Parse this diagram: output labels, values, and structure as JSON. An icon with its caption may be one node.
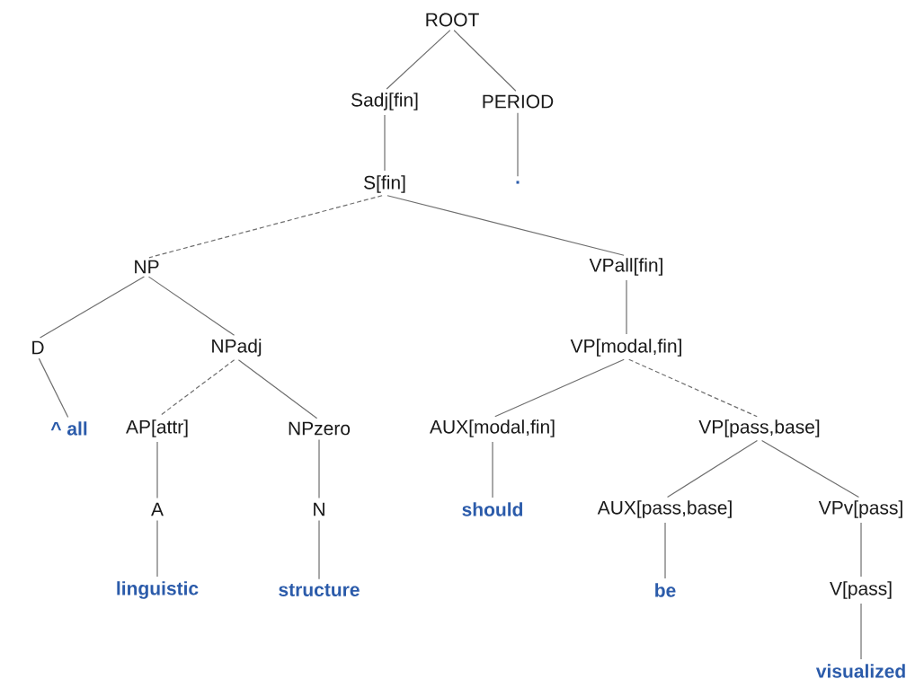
{
  "diagram": {
    "nodes": [
      {
        "text": [
          "ROOT"
        ]
      },
      {
        "text": [
          "Sadj[fin]"
        ]
      },
      {
        "text": [
          "PERIOD"
        ]
      },
      {
        "text": [
          "S[fin]"
        ]
      },
      {
        "text": [
          "."
        ]
      },
      {
        "text": [
          "NP"
        ]
      },
      {
        "text": [
          "VPall[fin]"
        ]
      },
      {
        "text": [
          "D"
        ]
      },
      {
        "text": [
          "NPadj"
        ]
      },
      {
        "text": [
          "VP[modal,fin]"
        ]
      },
      {
        "text": [
          "^ all"
        ]
      },
      {
        "text": [
          "AP[attr]"
        ]
      },
      {
        "text": [
          "NPzero"
        ]
      },
      {
        "text": [
          "AUX[modal,fin]"
        ]
      },
      {
        "text": [
          "VP[pass,base]"
        ]
      },
      {
        "text": [
          "A"
        ]
      },
      {
        "text": [
          "N"
        ]
      },
      {
        "text": [
          "should"
        ]
      },
      {
        "text": [
          "AUX[pass,base]"
        ]
      },
      {
        "text": [
          "VPv[pass]"
        ]
      },
      {
        "text": [
          "linguistic"
        ]
      },
      {
        "text": [
          "structure"
        ]
      },
      {
        "text": [
          "be"
        ]
      },
      {
        "text": [
          "V[pass]"
        ]
      },
      {
        "text": [
          "visualized"
        ]
      }
    ],
    "edges": [
      {
        "from": 0,
        "to": 1,
        "arrow": "none"
      },
      {
        "from": 0,
        "to": 2,
        "arrow": "none"
      },
      {
        "from": 1,
        "to": 3,
        "arrow": "none"
      },
      {
        "from": 2,
        "to": 4,
        "arrow": "none"
      },
      {
        "from": 3,
        "to": 5,
        "arrow": "none",
        "style": "dashed"
      },
      {
        "from": 3,
        "to": 6,
        "arrow": "none"
      },
      {
        "from": 5,
        "to": 7,
        "arrow": "none"
      },
      {
        "from": 5,
        "to": 8,
        "arrow": "none"
      },
      {
        "from": 6,
        "to": 9,
        "arrow": "none"
      },
      {
        "from": 7,
        "to": 10,
        "arrow": "none"
      },
      {
        "from": 8,
        "to": 11,
        "arrow": "none",
        "style": "dashed"
      },
      {
        "from": 8,
        "to": 12,
        "arrow": "none"
      },
      {
        "from": 9,
        "to": 13,
        "arrow": "none"
      },
      {
        "from": 9,
        "to": 14,
        "arrow": "none",
        "style": "dashed"
      },
      {
        "from": 11,
        "to": 15,
        "arrow": "none"
      },
      {
        "from": 12,
        "to": 16,
        "arrow": "none"
      },
      {
        "from": 13,
        "to": 17,
        "arrow": "none"
      },
      {
        "from": 14,
        "to": 18,
        "arrow": "none"
      },
      {
        "from": 14,
        "to": 19,
        "arrow": "none"
      },
      {
        "from": 15,
        "to": 20,
        "arrow": "none"
      },
      {
        "from": 16,
        "to": 21,
        "arrow": "none"
      },
      {
        "from": 18,
        "to": 22,
        "arrow": "none"
      },
      {
        "from": 19,
        "to": 23,
        "arrow": "none"
      },
      {
        "from": 23,
        "to": 24,
        "arrow": "none"
      }
    ]
  }
}
